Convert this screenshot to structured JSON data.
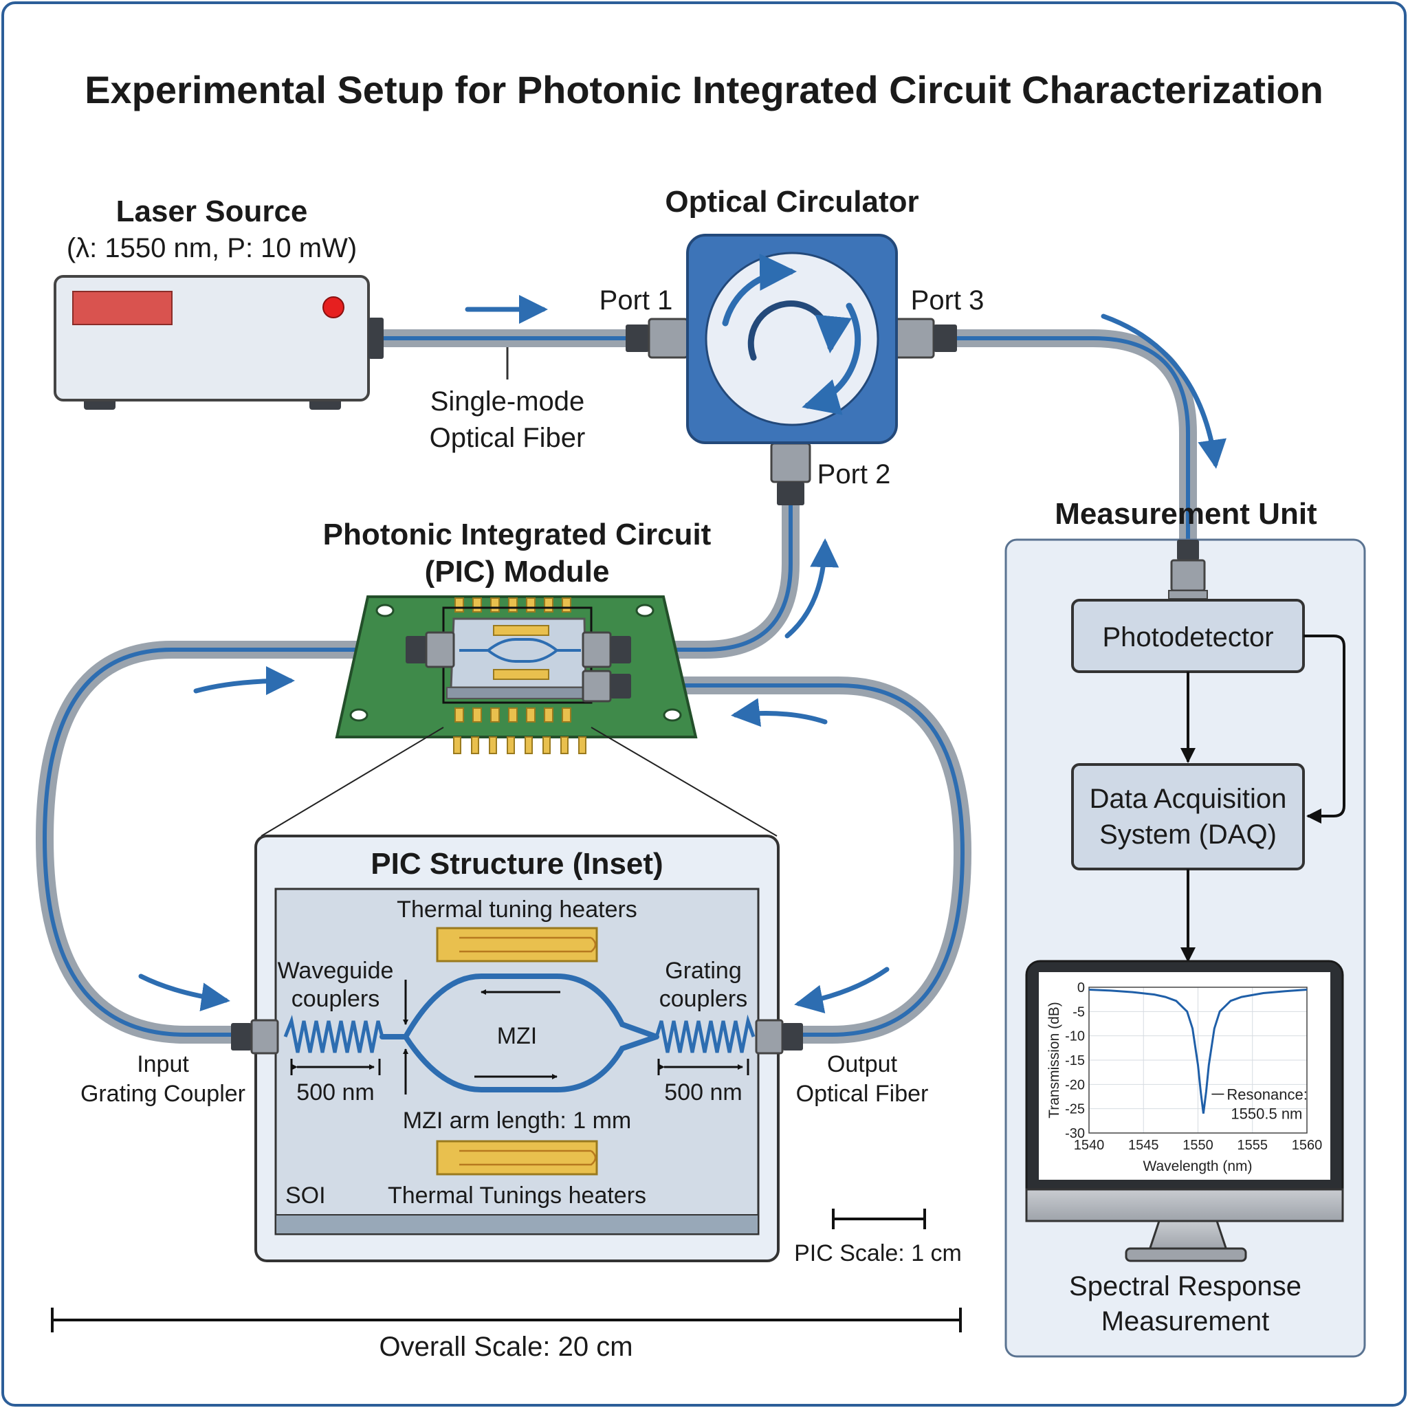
{
  "title": "Experimental Setup for Photonic Integrated Circuit Characterization",
  "laser": {
    "title": "Laser Source",
    "spec": "(λ: 1550 nm, P: 10 mW)"
  },
  "fiber_label": {
    "line1": "Single-mode",
    "line2": "Optical Fiber"
  },
  "circulator": {
    "title": "Optical Circulator",
    "port1": "Port 1",
    "port2": "Port 2",
    "port3": "Port 3"
  },
  "pic_module": {
    "line1": "Photonic Integrated Circuit",
    "line2": "(PIC) Module"
  },
  "inset": {
    "title": "PIC Structure (Inset)",
    "heaters_top": "Thermal tuning heaters",
    "waveguide_couplers": {
      "line1": "Waveguide",
      "line2": "couplers"
    },
    "grating_couplers": {
      "line1": "Grating",
      "line2": "couplers"
    },
    "mzi": "MZI",
    "dim_left": "500 nm",
    "dim_right": "500 nm",
    "arm_length": "MZI arm length: 1 mm",
    "soi": "SOI",
    "heaters_bottom": "Thermal Tunings heaters"
  },
  "input_coupler": {
    "line1": "Input",
    "line2": "Grating Coupler"
  },
  "output_fiber": {
    "line1": "Output",
    "line2": "Optical Fiber"
  },
  "pic_scale": "PIC Scale: 1 cm",
  "overall_scale": "Overall Scale: 20 cm",
  "measurement": {
    "title": "Measurement Unit",
    "photodetector": "Photodetector",
    "daq": {
      "line1": "Data Acquisition",
      "line2": "System (DAQ)"
    },
    "caption": {
      "line1": "Spectral Response",
      "line2": "Measurement"
    }
  },
  "colors": {
    "fiber_blue": "#2d6db1",
    "circulator_blue": "#3d74b8",
    "pcb_green": "#3f8a4a",
    "heater_gold": "#e9c04e",
    "laser_red": "#d9534f",
    "panel_fill": "#e8eef6"
  },
  "chart_data": {
    "type": "line",
    "xlabel": "Wavelength (nm)",
    "ylabel": "Transmission (dB)",
    "xlim": [
      1540,
      1560
    ],
    "ylim": [
      -30,
      0
    ],
    "xticks": [
      1540,
      1545,
      1550,
      1555,
      1560
    ],
    "yticks": [
      0,
      -5,
      -10,
      -15,
      -20,
      -25,
      -30
    ],
    "grid": true,
    "annotation": {
      "line1": "Resonance:",
      "line2": "1550.5 nm",
      "x": 1550.5
    },
    "series": [
      {
        "x": [
          1540,
          1542,
          1544,
          1546,
          1547,
          1548,
          1549,
          1549.5,
          1550,
          1550.25,
          1550.5,
          1550.75,
          1551,
          1551.5,
          1552,
          1553,
          1554,
          1556,
          1558,
          1560
        ],
        "values": [
          -0.5,
          -0.7,
          -1.0,
          -1.5,
          -2.0,
          -2.8,
          -5.0,
          -8.5,
          -16.0,
          -21.5,
          -26.0,
          -21.5,
          -16.0,
          -8.5,
          -5.0,
          -2.8,
          -2.0,
          -1.2,
          -0.8,
          -0.5
        ]
      }
    ]
  }
}
